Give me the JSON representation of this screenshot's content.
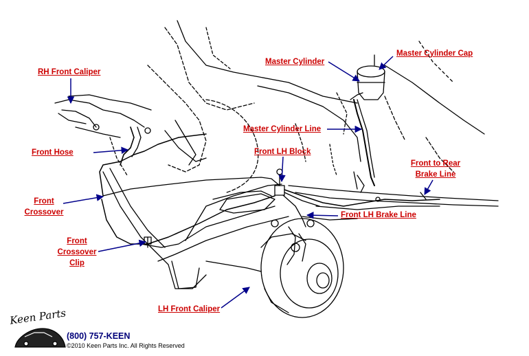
{
  "labels": {
    "rh_front_caliper": "RH Front Caliper",
    "master_cylinder": "Master Cylinder",
    "master_cylinder_cap": "Master Cylinder Cap",
    "master_cylinder_line": "Master Cylinder Line",
    "front_hose": "Front Hose",
    "front_lh_block": "Front LH Block",
    "front_to_rear_1": "Front to Rear",
    "front_to_rear_2": "Brake Line",
    "front_crossover_1": "Front",
    "front_crossover_2": "Crossover",
    "front_lh_brake_line": "Front LH Brake Line",
    "front_crossover_clip_1": "Front",
    "front_crossover_clip_2": "Crossover",
    "front_crossover_clip_3": "Clip",
    "lh_front_caliper": "LH Front Caliper"
  },
  "footer": {
    "logo_text": "Keen Parts",
    "phone": "(800) 757-KEEN",
    "copyright": "©2010 Keen Parts Inc. All Rights Reserved"
  },
  "colors": {
    "label": "#cc0000",
    "arrow": "#00008b",
    "line_art": "#000000"
  }
}
